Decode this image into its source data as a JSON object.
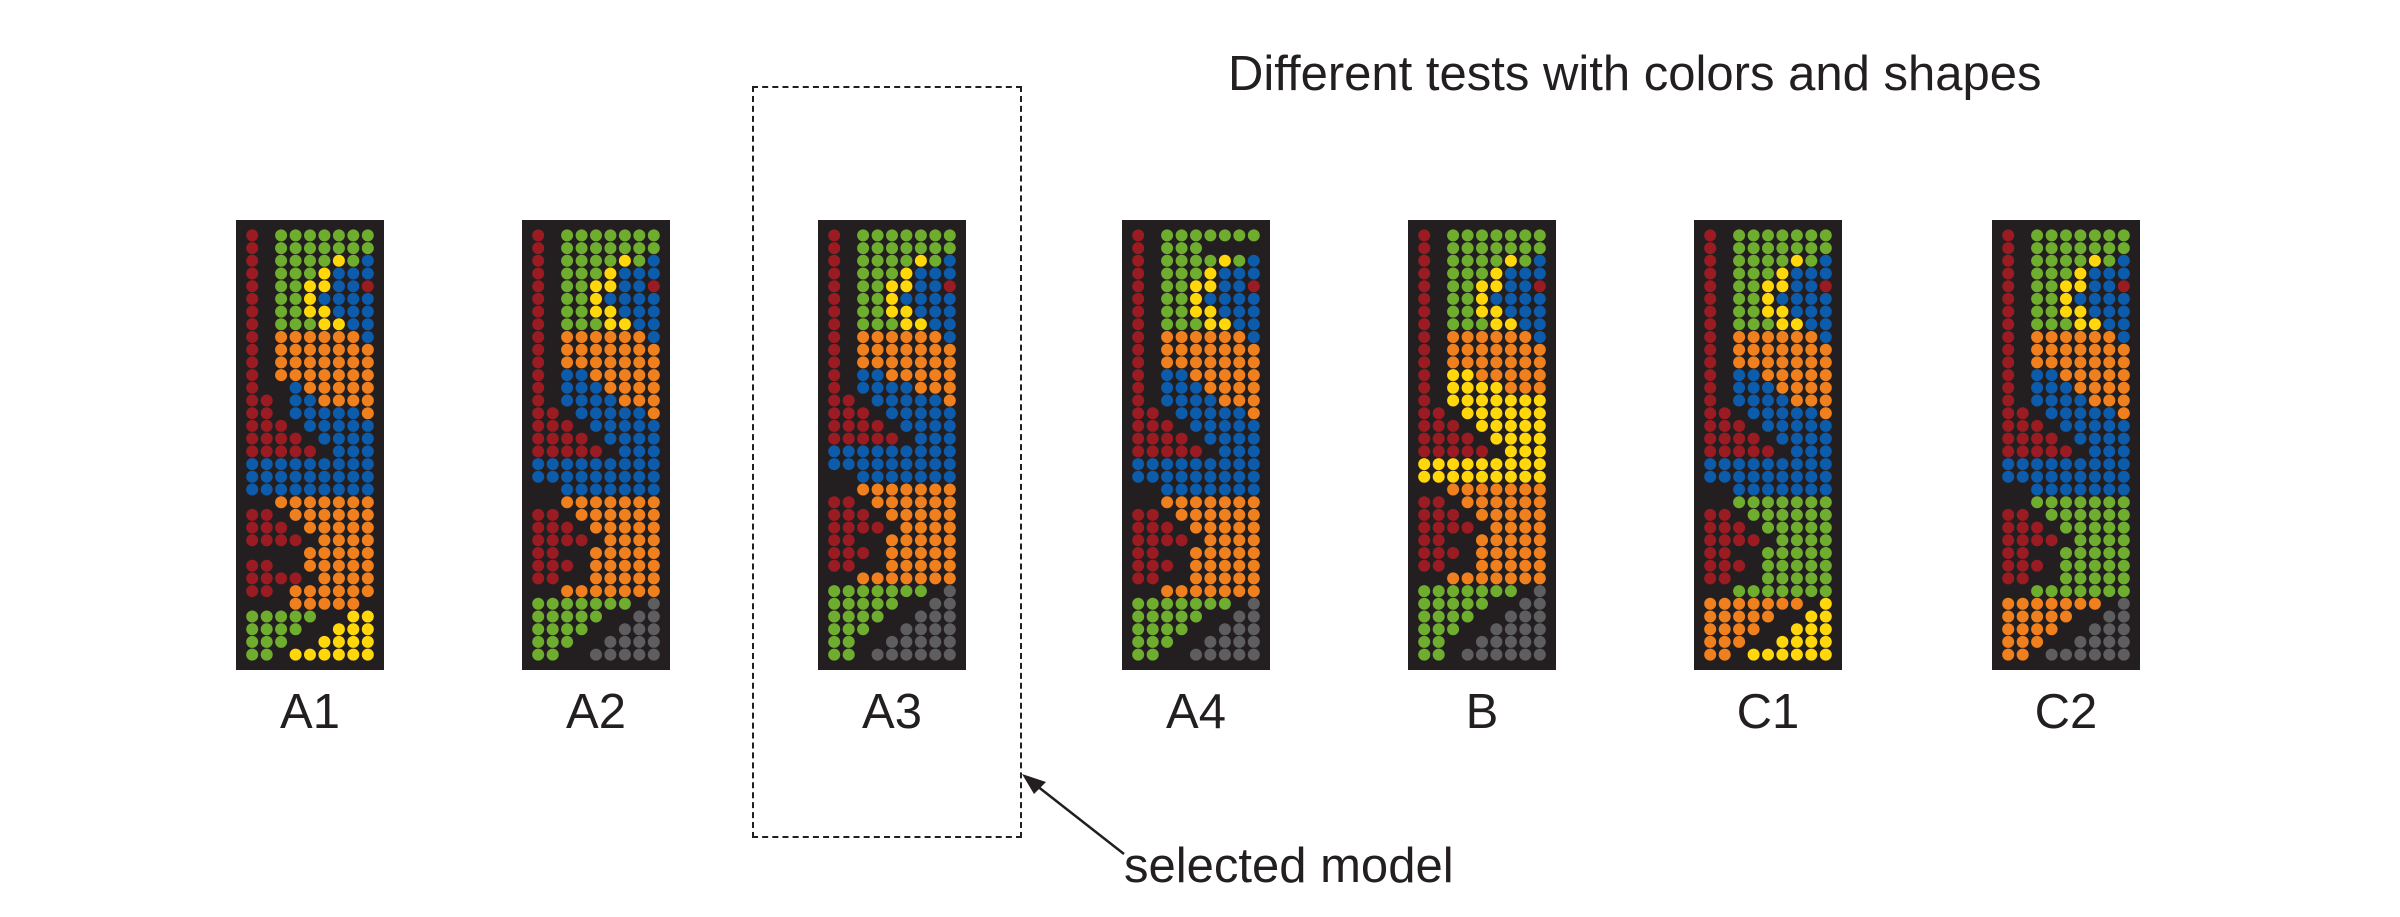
{
  "title": "Different tests with colors and shapes",
  "callout": {
    "text": "selected model",
    "target": "A3"
  },
  "colors": {
    "R": "#9b1b22",
    "G": "#6fad2e",
    "B": "#0d5bab",
    "Y": "#ffd70a",
    "O": "#f0801e",
    "K": "#5e5d60",
    "frame": "#231f20"
  },
  "panels": [
    {
      "label": "A1",
      "rows": [
        "R.GGGGGGG",
        "R.GGGGGGG",
        "R.GGGGYGB",
        "R.GGGYBBB",
        "R.GGYYBBR",
        "R.GGYBBBB",
        "R.GGYYBBB",
        "R.GGGYYBB",
        "R.OOOOOOB",
        "R.OOOOOOO",
        "R.OOOOOOO",
        "R.OOOOOOO",
        "R..BOOOOO",
        "RR.BBOOOO",
        "RR.BBBBBO",
        "RRR.BBBBB",
        "RRRR.BBBB",
        "RRRRR.BBB",
        "BBBBBBBBB",
        "BBBBBBBBB",
        "BBBBBBBBB",
        "..OOOOOOO",
        "RR.OOOOOO",
        "RRR.OOOOO",
        "RRRR.OOOO",
        "....OOOOO",
        "RR..OOOOO",
        "RRRR.OOOO",
        "RR.OOOOOO",
        "...OOOOO.",
        "GGGGG..YY",
        "GGGG..YYY",
        "GGG..YYYY",
        "GG.YYYYYY"
      ]
    },
    {
      "label": "A2",
      "rows": [
        "R.GGGGGGG",
        "R.GGGGGGG",
        "R.GGGGYGB",
        "R.GGGYBBB",
        "R.GGYYBBR",
        "R.GGYBBBB",
        "R.GGYYBBB",
        "R.GGGYYBB",
        "R.OOOOOOB",
        "R.OOOOOOO",
        "R.OOOOOOO",
        "R.BBOOOOO",
        "R.BBBOOOO",
        "R.BBBBOOO",
        "RR.BBBBBO",
        "RRR.BBBBB",
        "RRRR.BBBB",
        "RRRRR.BBB",
        "BBBBBBBBB",
        "BBBBBBBBB",
        "..BBBBBBB",
        "..OOOOOOO",
        "RR.OOOOOO",
        "RRR.OOOOO",
        "RRRR.OOOO",
        "RR..OOOOO",
        "RRR.OOOOO",
        "RR..OOOOO",
        "..OOOOOOO",
        "GGGGGGG.K",
        "GGGGG..KK",
        "GGGG..KKK",
        "GGG..KKKK",
        "GG..KKKKK"
      ]
    },
    {
      "label": "A3",
      "rows": [
        "R.GGGGGGG",
        "R.GGGGGGG",
        "R.GGGGYGB",
        "R.GGGYBBB",
        "R.GGYYBBR",
        "R.GGYBBBB",
        "R.GGYYBBB",
        "R.GGGYYBB",
        "R.OOOOOOB",
        "R.OOOOOOO",
        "R.OOOOOOO",
        "R.BBOOOOO",
        "R.BBBBOOO",
        "RR.BBBBBO",
        "RRR.BBBBB",
        "RRRR.BBBB",
        "RRRRR.BBB",
        "BBBBBBBBB",
        "BBBBBBBBB",
        "..BBBBBBB",
        "..OOOOOOO",
        "RR.OOOOOO",
        "RRR.OOOOO",
        "RRRR.OOOO",
        "RR..OOOOO",
        "RRR.OOOOO",
        "RR..OOOOO",
        "..OOOOOOO",
        "GGGGGGG.K",
        "GGGGG..KK",
        "GGGG..KKK",
        "GGG..KKKK",
        "GG..KKKKK",
        "GG.KKKKKK"
      ]
    },
    {
      "label": "A4",
      "rows": [
        "R.GGGGGGG",
        "R.GGG....",
        "R.GGGGYGB",
        "R.GGGYBBB",
        "R.GGYYBBR",
        "R.GGYBBBB",
        "R.GGYYBBB",
        "R.GGGYYBB",
        "R.OOOOOOB",
        "R.OOOOOOO",
        "R.OOOOOOO",
        "R.BBOOOOO",
        "R.BBBOOOO",
        "R.BBBBOOO",
        "RR.BBBBBO",
        "RRR.BBBBB",
        "RRRR.BBBB",
        "RRRRR.BBB",
        "BBBBBBBBB",
        "BBBBBBBBB",
        "..BBBBBBB",
        "..OOOOOOO",
        "RR.OOOOOO",
        "RRR.OOOOO",
        "RRRR.OOOO",
        "RR..OOOOO",
        "RRR.OOOOO",
        "RR..OOOOO",
        "..OOOOOOO",
        "GGGGGGG.K",
        "GGGGG..KK",
        "GGGG..KKK",
        "GGG..KKKK",
        "GG..KKKKK"
      ]
    },
    {
      "label": "B",
      "rows": [
        "R.GGGGGGG",
        "R.GGGGGGG",
        "R.GGGGYGB",
        "R.GGGYBBB",
        "R.GGYYBBR",
        "R.GGYBBBB",
        "R.GGYYBBB",
        "R.GGGYYBB",
        "R.OOOOOOB",
        "R.OOOOOOO",
        "R.OOOOOOO",
        "R.YYOOOOO",
        "R.YYYYOOO",
        "R.YYYYYYY",
        "RR.YYYYYY",
        "RRR.YYYYY",
        "RRRR.YYYY",
        "RRRRR.YYY",
        "YYYYYYYYY",
        "YYYYYYYYY",
        "..OOOOOOO",
        "RR.OOOOOO",
        "RRR.OOOOO",
        "RRRR.OOOO",
        "RR..OOOOO",
        "RRR.OOOOO",
        "RR..OOOOO",
        "..OOOOOOO",
        "GGGGGGG.K",
        "GGGGG..KK",
        "GGGG..KKK",
        "GGG..KKKK",
        "GG..KKKKK",
        "GG.KKKKKK"
      ]
    },
    {
      "label": "C1",
      "rows": [
        "R.GGGGGGG",
        "R.GGGGGGG",
        "R.GGGGYGB",
        "R.GGGYBBB",
        "R.GGYYBBR",
        "R.GGYBBBB",
        "R.GGYYBBB",
        "R.GGGYYBB",
        "R.OOOOOOB",
        "R.OOOOOOO",
        "R.OOOOOOO",
        "R.BBOOOOO",
        "R.BBBOOOO",
        "R.BBBBOOO",
        "RR.BBBBBO",
        "RRR.BBBBB",
        "RRRR.BBBB",
        "RRRRR.BBB",
        "BBBBBBBBB",
        "BBBBBBBBB",
        "..BBBBBBB",
        "..GGGGGGG",
        "RR.GGGGGG",
        "RRR.GGGGG",
        "RRRR.GGGG",
        "RR..GGGGG",
        "RRR.GGGGG",
        "RR..GGGGG",
        "..GGGGGGG",
        "OOOOOOO.Y",
        "OOOOO..YY",
        "OOOO..YYY",
        "OOO..YYYY",
        "OO.YYYYYY"
      ]
    },
    {
      "label": "C2",
      "rows": [
        "R.GGGGGGG",
        "R.GGGGGGG",
        "R.GGGGYGB",
        "R.GGGYBBB",
        "R.GGYYBBR",
        "R.GGYBBBB",
        "R.GGYYBBB",
        "R.GGGYYBB",
        "R.OOOOOOB",
        "R.OOOOOOO",
        "R.OOOOOOO",
        "R.BBOOOOO",
        "R.BBBOOOO",
        "R.BBBBOOO",
        "RR.BBBBBO",
        "RRR.BBBBB",
        "RRRR.BBBB",
        "RRRRR.BBB",
        "BBBBBBBBB",
        "BBBBBBBBB",
        "..BBBBBBB",
        "..GGGGGGG",
        "RR.GGGGGG",
        "RRR.GGGGG",
        "RRRR.GGGG",
        "RR..GGGGG",
        "RRR.GGGGG",
        "RR..GGGGG",
        "..GGGGGGG",
        "OOOOOOO.K",
        "OOOOO..KK",
        "OOOO..KKK",
        "OOO..KKKK",
        "OO.KKKKKK"
      ]
    }
  ]
}
